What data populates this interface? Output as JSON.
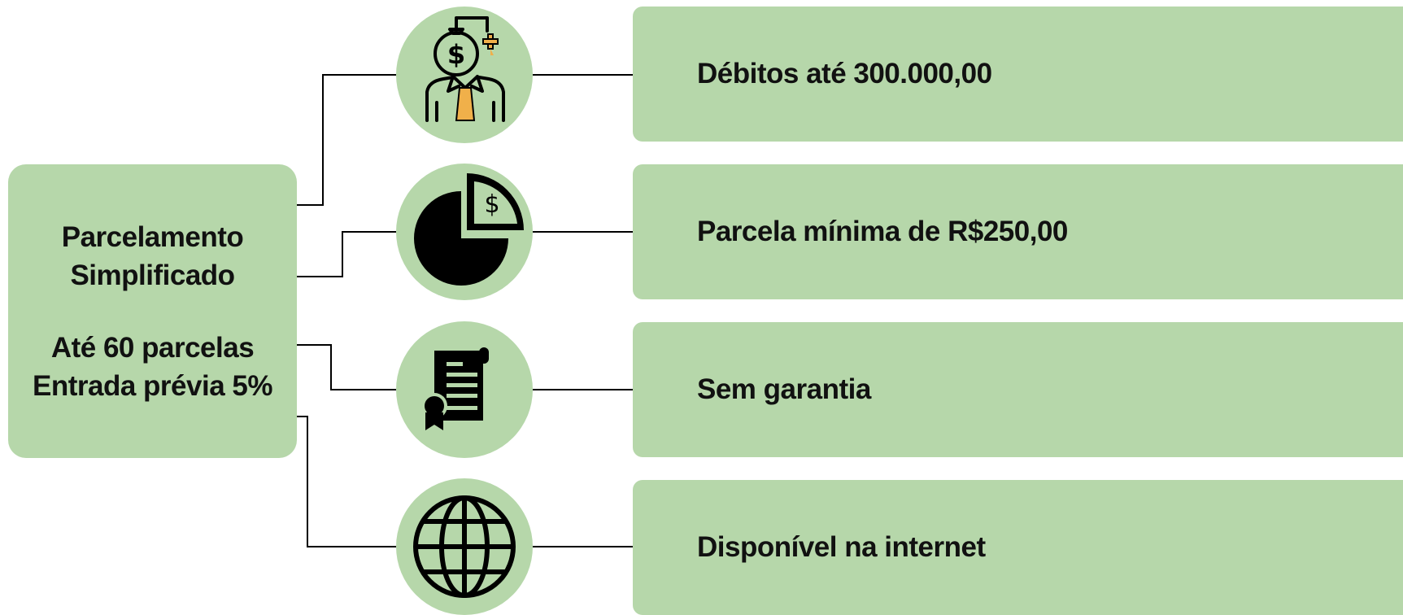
{
  "main": {
    "title_line1": "Parcelamento",
    "title_line2": "Simplificado",
    "detail_line1": "Até 60 parcelas",
    "detail_line2": "Entrada prévia 5%"
  },
  "features": [
    {
      "label": "Débitos até 300.000,00",
      "icon": "businessman-money-bag-icon"
    },
    {
      "label": "Parcela mínima de R$250,00",
      "icon": "pie-chart-dollar-icon"
    },
    {
      "label": "Sem garantia",
      "icon": "certificate-document-icon"
    },
    {
      "label": "Disponível na internet",
      "icon": "globe-icon"
    }
  ],
  "colors": {
    "fill": "#b6d7aa",
    "text": "#111111",
    "line": "#000000",
    "accent": "#f0b04a"
  }
}
